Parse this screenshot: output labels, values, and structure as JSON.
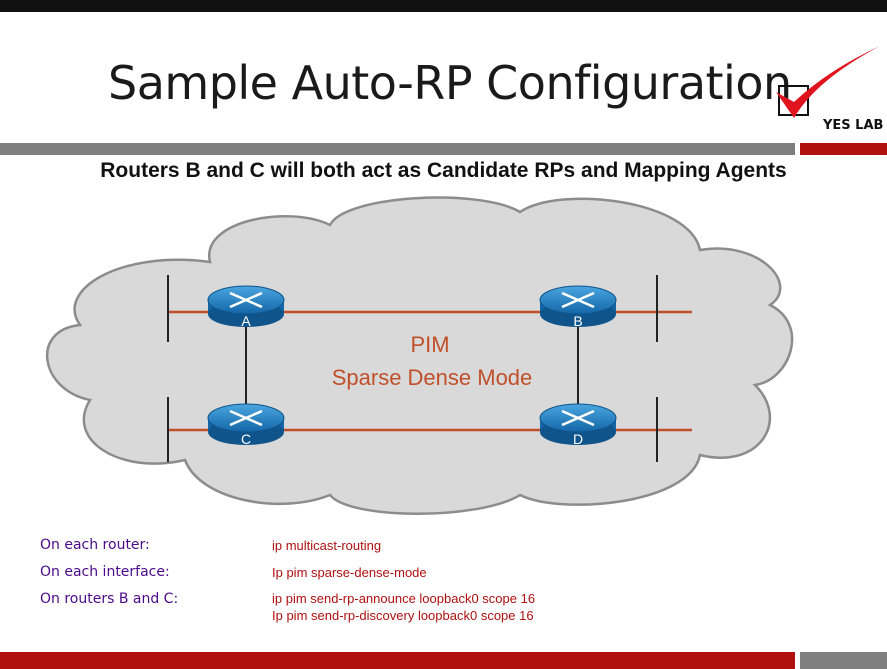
{
  "slide": {
    "title": "Sample Auto-RP Configuration",
    "logo_text": "YES LAB",
    "subtitle": "Routers B and C will both act as Candidate RPs and Mapping Agents"
  },
  "diagram": {
    "routers": [
      {
        "id": "A",
        "label": "A"
      },
      {
        "id": "B",
        "label": "B"
      },
      {
        "id": "C",
        "label": "C"
      },
      {
        "id": "D",
        "label": "D"
      }
    ],
    "center_title": "PIM",
    "center_subtitle": "Sparse Dense Mode"
  },
  "config": [
    {
      "label": "On each router:",
      "commands": [
        "ip multicast-routing"
      ]
    },
    {
      "label": "On each interface:",
      "commands": [
        "Ip pim sparse-dense-mode"
      ]
    },
    {
      "label": "On routers B and C:",
      "commands": [
        "ip pim send-rp-announce loopback0 scope 16",
        "Ip pim send-rp-discovery loopback0 scope 16"
      ]
    }
  ],
  "colors": {
    "accent_red": "#b01010",
    "accent_gray": "#7f7f7f",
    "router_blue": "#1f7fc1",
    "link_color": "#c0502a",
    "label_purple": "#4b0a8a",
    "cloud_fill": "#d9d9d9"
  }
}
